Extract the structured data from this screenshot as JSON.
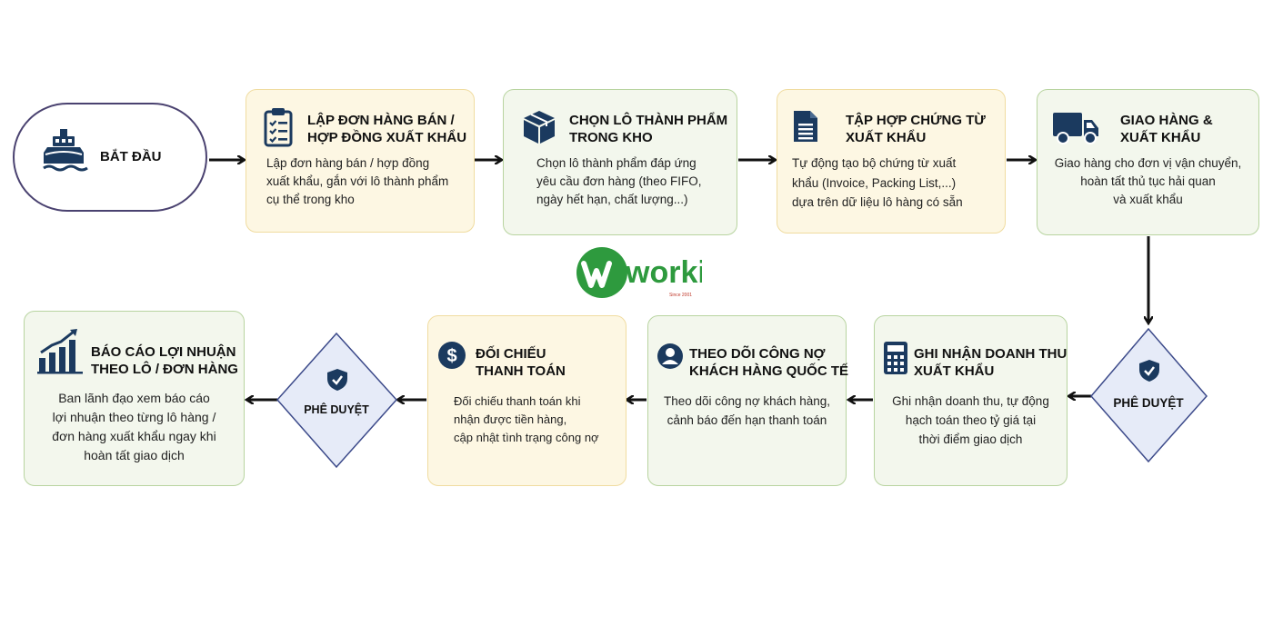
{
  "start": {
    "label": "BẮT ĐẦU",
    "icon": "ship-icon"
  },
  "steps": [
    {
      "title1": "LẬP ĐƠN HÀNG BÁN /",
      "title2": "HỢP ĐỒNG XUẤT KHẨU",
      "desc1": "Lập đơn hàng bán / hợp đồng",
      "desc2": "xuất khẩu, gắn với lô thành phẩm",
      "desc3": "cụ thể trong kho",
      "icon": "clipboard-list-icon"
    },
    {
      "title1": "CHỌN LÔ THÀNH PHẨM",
      "title2": "TRONG KHO",
      "desc1": "Chọn lô thành phẩm đáp ứng",
      "desc2": "yêu cầu đơn hàng (theo FIFO,",
      "desc3": "ngày hết hạn, chất lượng...)",
      "icon": "box-icon"
    },
    {
      "title1": "TẬP HỢP CHỨNG TỪ",
      "title2": "XUẤT KHẨU",
      "desc1": "Tự động tạo bộ chứng từ xuất",
      "desc2": "khẩu (Invoice, Packing List,...)",
      "desc3": "dựa trên dữ liệu lô hàng có sẵn",
      "icon": "document-icon"
    },
    {
      "title1": "GIAO HÀNG &",
      "title2": "XUẤT KHẨU",
      "desc1": "Giao hàng cho đơn vị vận chuyển,",
      "desc2": "hoàn tất thủ tục hải quan",
      "desc3": "và xuất khẩu",
      "icon": "truck-icon"
    },
    {
      "title1": "GHI NHẬN DOANH THU",
      "title2": "XUẤT KHẨU",
      "desc1": "Ghi nhận doanh thu, tự động",
      "desc2": "hạch toán theo tỷ giá tại",
      "desc3": "thời điểm giao dịch",
      "icon": "calculator-icon"
    },
    {
      "title1": "THEO DÕI CÔNG NỢ",
      "title2": "KHÁCH HÀNG QUỐC TẾ",
      "desc1": "Theo dõi công nợ khách hàng,",
      "desc2": "cảnh báo đến hạn thanh toán",
      "desc3": "",
      "icon": "user-circle-icon"
    },
    {
      "title1": "ĐỐI CHIẾU",
      "title2": "THANH TOÁN",
      "desc1": "Đối chiếu thanh toán khi",
      "desc2": "nhận được tiền hàng,",
      "desc3": "cập nhật tình trạng công nợ",
      "icon": "dollar-circle-icon"
    },
    {
      "title1": "BÁO CÁO LỢI NHUẬN",
      "title2": "THEO LÔ / ĐƠN HÀNG",
      "desc1": "Ban lãnh đạo xem báo cáo",
      "desc2": "lợi nhuận theo từng lô hàng /",
      "desc3": "đơn hàng xuất khẩu ngay khi",
      "desc4": "hoàn tất giao dịch",
      "icon": "bar-chart-growth-icon"
    }
  ],
  "approvals": [
    {
      "label": "PHÊ DUYỆT",
      "icon": "shield-check-icon"
    },
    {
      "label": "PHÊ DUYỆT",
      "icon": "shield-check-icon"
    }
  ],
  "logo": {
    "text": "workit",
    "tagline": "Since 2001",
    "icon": "workit-logo"
  },
  "colors": {
    "navy": "#1b3a5f",
    "yellow_bg": "#fdf7e3",
    "green_bg": "#f3f7ed",
    "diamond_bg": "#e6ebf8",
    "diamond_border": "#3c4a8a",
    "logo_green": "#2e9a3e"
  }
}
